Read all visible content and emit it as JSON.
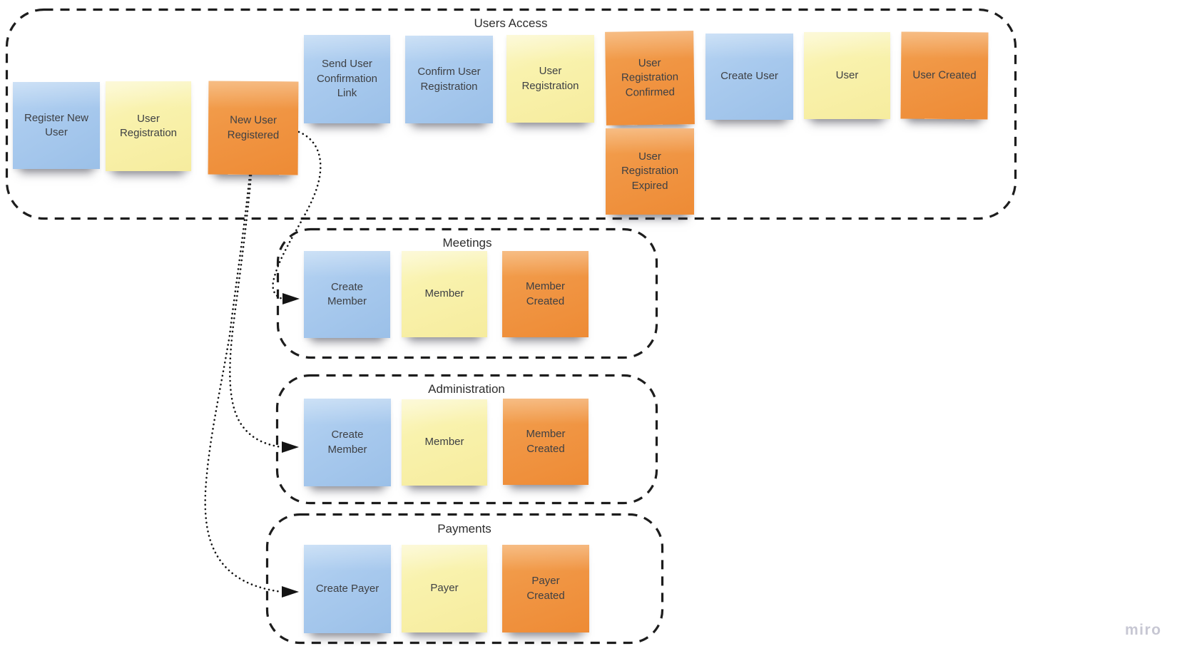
{
  "board": {
    "watermark": "miro",
    "colors": {
      "sticky_blue": "#a9caee",
      "sticky_yellow": "#f9f2ad",
      "sticky_orange": "#f09543",
      "note_text": "#3e4044",
      "frame_border": "#1d1d1d",
      "watermark_gray": "#c7c7d3"
    },
    "groups": [
      {
        "id": "users-access",
        "label": "Users Access",
        "notes": [
          {
            "id": "register-new-user",
            "text": "Register New\nUser",
            "color": "blue"
          },
          {
            "id": "user-registration",
            "text": "User\nRegistration",
            "color": "yellow"
          },
          {
            "id": "new-user-registered",
            "text": "New User\nRegistered",
            "color": "orange"
          },
          {
            "id": "send-user-confirmation-link",
            "text": "Send User\nConfirmation\nLink",
            "color": "blue"
          },
          {
            "id": "confirm-user-registration",
            "text": "Confirm User\nRegistration",
            "color": "blue"
          },
          {
            "id": "user-registration-2",
            "text": "User\nRegistration",
            "color": "yellow"
          },
          {
            "id": "user-registration-confirmed",
            "text": "User\nRegistration\nConfirmed",
            "color": "orange"
          },
          {
            "id": "create-user",
            "text": "Create User",
            "color": "blue"
          },
          {
            "id": "user",
            "text": "User",
            "color": "yellow"
          },
          {
            "id": "user-created",
            "text": "User Created",
            "color": "orange"
          },
          {
            "id": "user-registration-expired",
            "text": "User\nRegistration\nExpired",
            "color": "orange"
          }
        ]
      },
      {
        "id": "meetings",
        "label": "Meetings",
        "notes": [
          {
            "id": "create-member-meetings",
            "text": "Create\nMember",
            "color": "blue"
          },
          {
            "id": "member-meetings",
            "text": "Member",
            "color": "yellow"
          },
          {
            "id": "member-created-meetings",
            "text": "Member\nCreated",
            "color": "orange"
          }
        ]
      },
      {
        "id": "administration",
        "label": "Administration",
        "notes": [
          {
            "id": "create-member-administration",
            "text": "Create\nMember",
            "color": "blue"
          },
          {
            "id": "member-administration",
            "text": "Member",
            "color": "yellow"
          },
          {
            "id": "member-created-administration",
            "text": "Member\nCreated",
            "color": "orange"
          }
        ]
      },
      {
        "id": "payments",
        "label": "Payments",
        "notes": [
          {
            "id": "create-payer",
            "text": "Create Payer",
            "color": "blue"
          },
          {
            "id": "payer",
            "text": "Payer",
            "color": "yellow"
          },
          {
            "id": "payer-created",
            "text": "Payer\nCreated",
            "color": "orange"
          }
        ]
      }
    ],
    "connectors": [
      {
        "id": "connector-meetings",
        "from": "new-user-registered",
        "to": "create-member-meetings",
        "style": "dotted-arrow"
      },
      {
        "id": "connector-administration",
        "from": "new-user-registered",
        "to": "create-member-administration",
        "style": "dotted-arrow"
      },
      {
        "id": "connector-payments",
        "from": "new-user-registered",
        "to": "create-payer",
        "style": "dotted-arrow"
      }
    ]
  }
}
